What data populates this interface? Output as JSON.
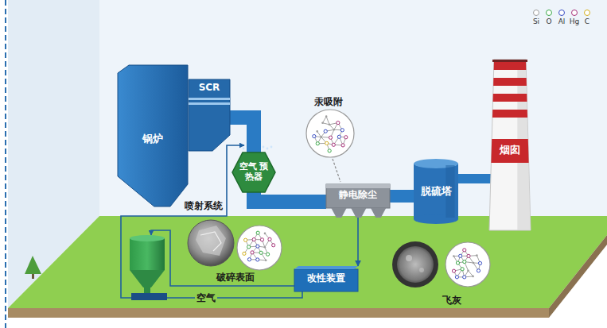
{
  "diagram": {
    "nodes": [
      {
        "text": [
          "锅炉"
        ]
      },
      {
        "text": [
          "SCR"
        ]
      },
      {
        "text": [
          "空气 预热器"
        ]
      },
      {
        "text": [
          "静电除尘"
        ]
      },
      {
        "text": [
          "脱硫塔"
        ]
      },
      {
        "text": [
          "烟囱"
        ]
      },
      {
        "text": [
          "改性装置"
        ]
      }
    ],
    "edges": [
      {
        "from": 1,
        "to": 2,
        "arrow": "none"
      },
      {
        "from": 2,
        "to": 3,
        "arrow": "none"
      },
      {
        "from": 3,
        "to": 4,
        "arrow": "none"
      },
      {
        "from": 4,
        "to": 5,
        "arrow": "none"
      },
      {
        "from": 3,
        "to": 6,
        "arrow": "to"
      }
    ],
    "labels": [
      "汞吸附",
      "喷射系统",
      "破碎表面",
      "飞灰",
      "空气"
    ],
    "legend": [
      {
        "text": "Si",
        "color": "#9e9e9e"
      },
      {
        "text": "O",
        "color": "#3daa4a"
      },
      {
        "text": "Al",
        "color": "#3b4fc4"
      },
      {
        "text": "Hg",
        "color": "#a8327a"
      },
      {
        "text": "C",
        "color": "#d4b020"
      }
    ]
  }
}
